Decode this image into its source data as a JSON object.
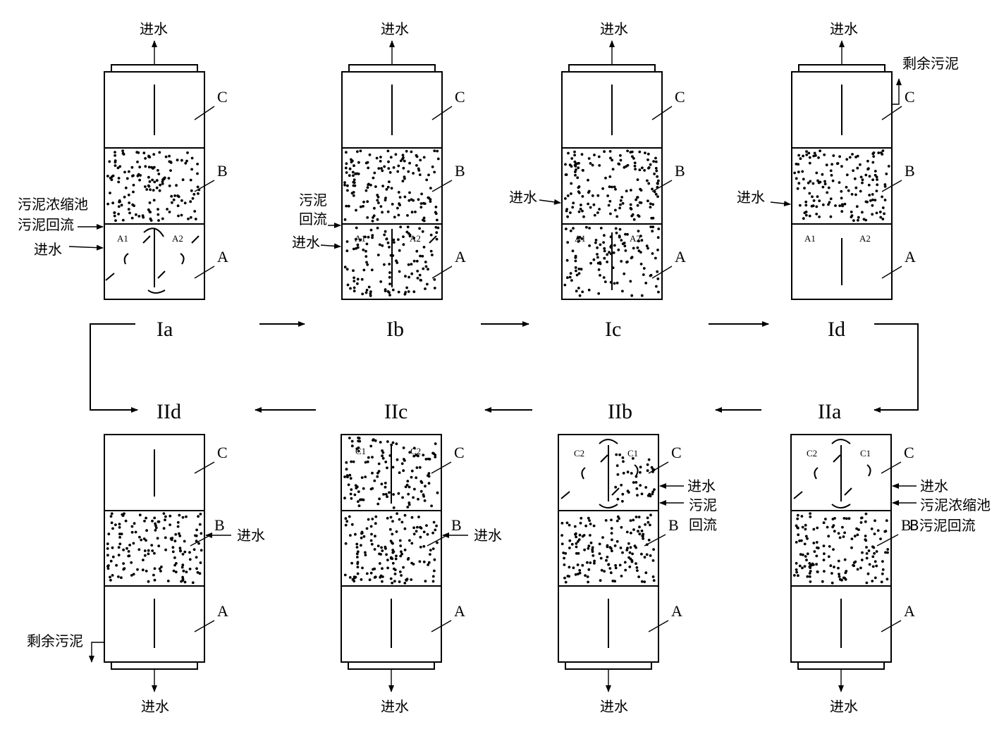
{
  "labels": {
    "water_in": "进水",
    "excess_sludge": "剩余污泥",
    "thickener": "污泥浓缩池",
    "sludge_return": "污泥回流",
    "sludge": "污泥",
    "return": "回流",
    "zone_a": "A",
    "zone_b": "B",
    "zone_c": "C",
    "a1": "A1",
    "a2": "A2",
    "c1": "C1",
    "c2": "C2",
    "b_sludge_return": "B污泥回流"
  },
  "stages": {
    "Ia": "Ia",
    "Ib": "Ib",
    "Ic": "Ic",
    "Id": "Id",
    "IIa": "IIa",
    "IIb": "IIb",
    "IIc": "IIc",
    "IId": "IId"
  },
  "colors": {
    "ink": "#000000",
    "background": "#ffffff"
  }
}
